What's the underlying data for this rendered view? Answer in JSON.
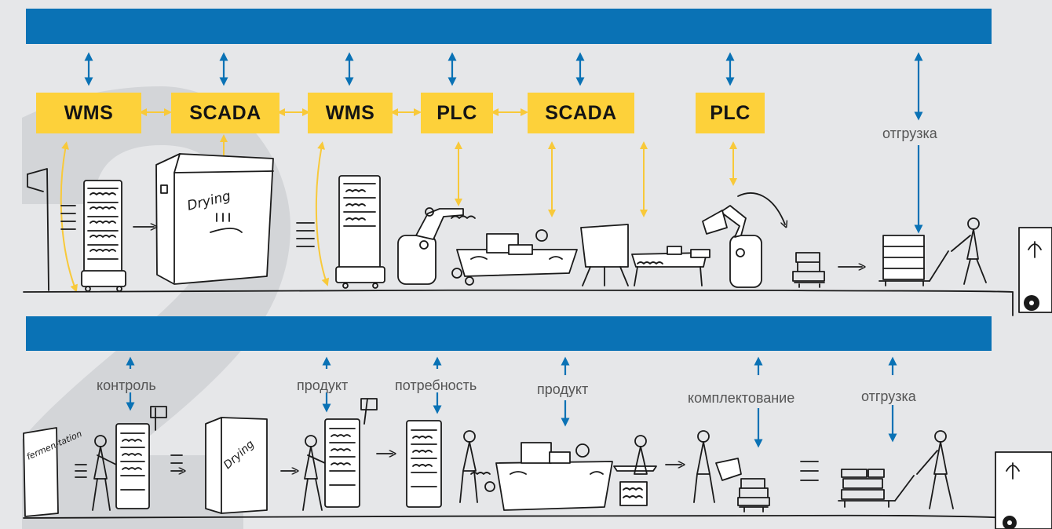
{
  "top_row": {
    "boxes": [
      {
        "label": "WMS"
      },
      {
        "label": "SCADA"
      },
      {
        "label": "WMS"
      },
      {
        "label": "PLC"
      },
      {
        "label": "SCADA"
      },
      {
        "label": "PLC"
      }
    ],
    "shipping_label": "отгрузка"
  },
  "bottom_row": {
    "labels": {
      "control": "контроль",
      "product_1": "продукт",
      "need": "потребность",
      "product_2": "продукт",
      "picking": "комплектование",
      "shipping": "отгрузка"
    }
  },
  "handwritten": {
    "drying_top": "Drying",
    "drying_bottom": "Drying",
    "fermentation": "fermen-tation"
  },
  "colors": {
    "bar_blue": "#0a72b5",
    "box_yellow": "#fdd13a",
    "connector_yellow": "#f8c93a",
    "background": "#e6e7e9",
    "watermark_grey": "#d2d4d7"
  }
}
